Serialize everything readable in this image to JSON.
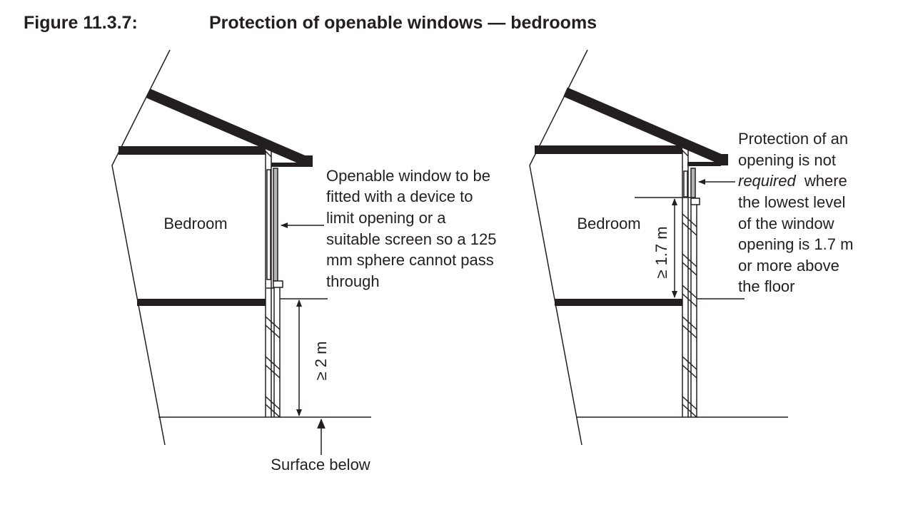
{
  "figure": {
    "number": "Figure 11.3.7:",
    "title": "Protection of openable windows — bedrooms"
  },
  "left": {
    "room_label": "Bedroom",
    "note_lines": [
      "Openable window to be",
      "fitted with a device to",
      "limit opening or a",
      "suitable screen so a 125",
      "mm sphere cannot pass",
      "through"
    ],
    "dimension": "≥ 2 m",
    "surface_label": "Surface below"
  },
  "right": {
    "room_label": "Bedroom",
    "note_lines": [
      "Protection of an",
      "opening is not",
      "where",
      "the lowest level",
      "of the window",
      "opening is 1.7 m",
      "or more above",
      "the floor"
    ],
    "note_italic_word": "required",
    "dimension": "≥ 1.7 m"
  }
}
